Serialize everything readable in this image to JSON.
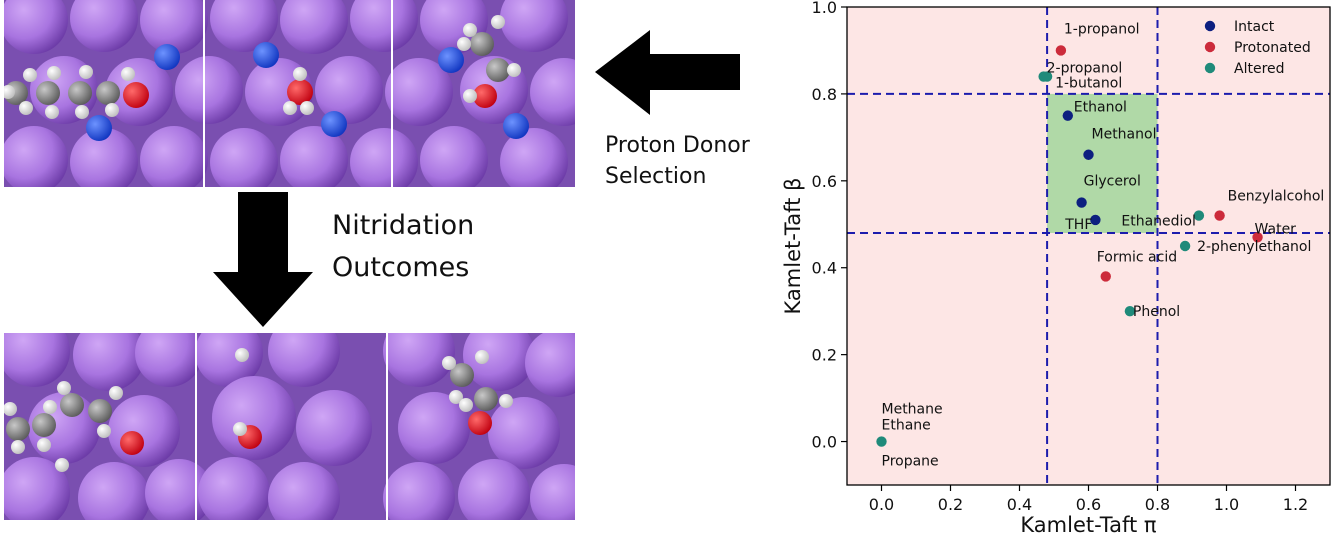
{
  "figure": {
    "proton_donor_label": [
      "Proton Donor",
      "Selection"
    ],
    "nitridation_label": [
      "Nitridation",
      "Outcomes"
    ]
  },
  "colors": {
    "intact": "#0d1f80",
    "protonated": "#cc2b3b",
    "altered": "#1f8a7a",
    "region_outside": "#fde6e5",
    "region_optimal": "#b0d9a7",
    "dashed_lines": "#1c1cad",
    "lithium": "#b07ee0",
    "nitrogen": "#1a4fe0",
    "oxygen": "#e8101a",
    "carbon": "#8c8c8c",
    "hydrogen": "#ffffff"
  },
  "chart_data": {
    "type": "scatter",
    "xlabel": "Kamlet-Taft π",
    "ylabel": "Kamlet-Taft β",
    "xlim": [
      -0.1,
      1.3
    ],
    "ylim": [
      -0.1,
      1.0
    ],
    "xticks": [
      "0.0",
      "0.2",
      "0.4",
      "0.6",
      "0.8",
      "1.0",
      "1.2"
    ],
    "yticks": [
      "0.0",
      "0.2",
      "0.4",
      "0.6",
      "0.8",
      "1.0"
    ],
    "threshold_lines": {
      "x": [
        0.48,
        0.8
      ],
      "y": [
        0.48,
        0.8
      ]
    },
    "legend": {
      "position": "top-right",
      "entries": [
        {
          "label": "Intact",
          "category": "intact"
        },
        {
          "label": "Protonated",
          "category": "protonated"
        },
        {
          "label": "Altered",
          "category": "altered"
        }
      ]
    },
    "points": [
      {
        "label": "1-propanol",
        "x": 0.52,
        "y": 0.9,
        "category": "protonated"
      },
      {
        "label": "2-propanol",
        "x": 0.47,
        "y": 0.84,
        "category": "altered"
      },
      {
        "label": "1-butanol",
        "x": 0.48,
        "y": 0.84,
        "category": "altered"
      },
      {
        "label": "Ethanol",
        "x": 0.54,
        "y": 0.75,
        "category": "intact"
      },
      {
        "label": "Methanol",
        "x": 0.6,
        "y": 0.66,
        "category": "intact"
      },
      {
        "label": "Glycerol",
        "x": 0.58,
        "y": 0.55,
        "category": "intact"
      },
      {
        "label": "THF",
        "x": 0.62,
        "y": 0.51,
        "category": "intact"
      },
      {
        "label": "Ethanediol",
        "x": 0.92,
        "y": 0.52,
        "category": "altered"
      },
      {
        "label": "Benzylalcohol",
        "x": 0.98,
        "y": 0.52,
        "category": "protonated"
      },
      {
        "label": "Water",
        "x": 1.09,
        "y": 0.47,
        "category": "protonated"
      },
      {
        "label": "2-phenylethanol",
        "x": 0.88,
        "y": 0.45,
        "category": "altered"
      },
      {
        "label": "Formic acid",
        "x": 0.65,
        "y": 0.38,
        "category": "protonated"
      },
      {
        "label": "Phenol",
        "x": 0.72,
        "y": 0.3,
        "category": "altered"
      },
      {
        "label": "Methane",
        "x": 0.0,
        "y": 0.0,
        "category": "altered"
      },
      {
        "label": "Ethane",
        "x": 0.0,
        "y": 0.0,
        "category": "altered"
      },
      {
        "label": "Propane",
        "x": 0.0,
        "y": 0.0,
        "category": "altered"
      }
    ]
  }
}
